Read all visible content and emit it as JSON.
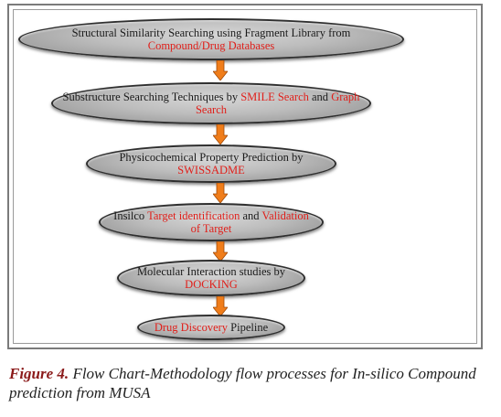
{
  "stages": [
    {
      "before": "Structural Similarity Searching using Fragment Library from",
      "red1": "Compound/Drug Databases",
      "mid": "",
      "red2": "",
      "after": ""
    },
    {
      "before": "Substructure Searching Techniques by ",
      "red1": "SMILE Search",
      "mid": " and ",
      "red2": "Graph Search",
      "after": ""
    },
    {
      "before": "Physicochemical Property Prediction by",
      "red1": "SWISSADME",
      "mid": "",
      "red2": "",
      "after": ""
    },
    {
      "before": "Insilco ",
      "red1": "Target identification",
      "mid": " and ",
      "red2": "Validation",
      "after": " of Target"
    },
    {
      "before": "Molecular Interaction studies by",
      "red1": "DOCKING",
      "mid": "",
      "red2": "",
      "after": ""
    },
    {
      "before": "",
      "red1": "Drug Discovery",
      "mid": " Pipeline",
      "red2": "",
      "after": ""
    }
  ],
  "caption": {
    "label": "Figure 4.",
    "text": " Flow Chart-Methodology flow processes for In-silico Compound prediction from MUSA"
  },
  "colors": {
    "highlight": "#e0201b",
    "arrow": "#f07d1a",
    "caption_label": "#8b1a1a"
  }
}
